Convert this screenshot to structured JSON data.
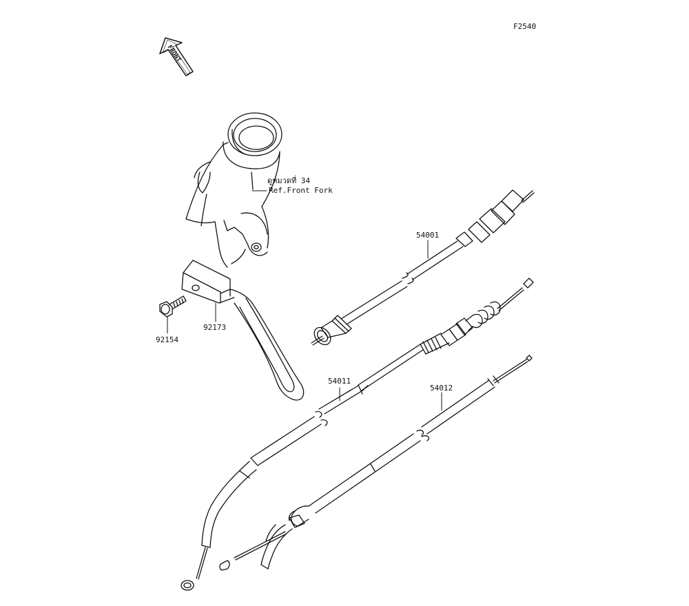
{
  "figure_code": "F2540",
  "front_arrow_text": "FRONT",
  "ref_note": {
    "thai_text": "ดูหมวดที่ 34",
    "english_text": "Ref.Front Fork"
  },
  "part_labels": {
    "p54001": "54001",
    "p54011": "54011",
    "p54012": "54012",
    "p92173": "92173",
    "p92154": "92154"
  },
  "colors": {
    "line": "#111111",
    "background": "#ffffff"
  }
}
